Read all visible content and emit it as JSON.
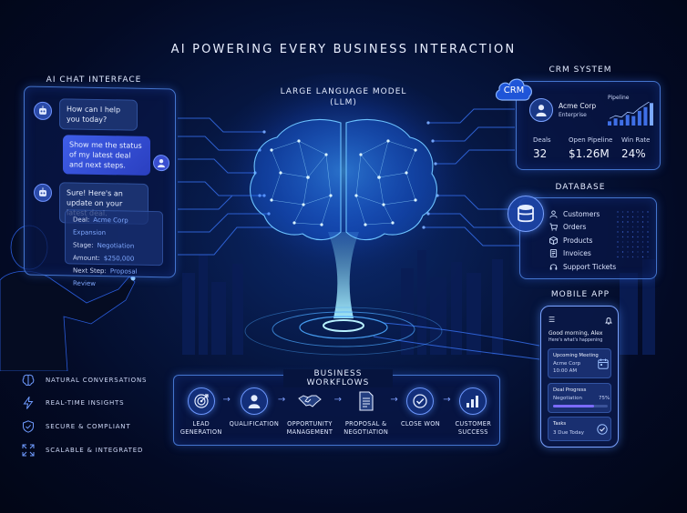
{
  "title": "AI POWERING EVERY BUSINESS INTERACTION",
  "llm": {
    "title": "LARGE LANGUAGE MODEL",
    "subtitle": "(LLM)"
  },
  "chat": {
    "title": "AI CHAT INTERFACE",
    "bot_msg_1": "How can I help you today?",
    "user_msg": "Show me the status of my latest deal and next steps.",
    "bot_msg_2": "Sure! Here's an update on your latest deal.",
    "deal": [
      {
        "label": "Deal:",
        "value": "Acme Corp Expansion"
      },
      {
        "label": "Stage:",
        "value": "Negotiation"
      },
      {
        "label": "Amount:",
        "value": "$250,000"
      },
      {
        "label": "Next Step:",
        "value": "Proposal Review"
      }
    ]
  },
  "crm": {
    "title": "CRM SYSTEM",
    "badge": "CRM",
    "company": "Acme Corp",
    "tier": "Enterprise",
    "pipeline_label": "Pipeline",
    "pipeline_bars": [
      0.18,
      0.3,
      0.24,
      0.45,
      0.4,
      0.62,
      0.78,
      0.95
    ],
    "stats": [
      {
        "label": "Deals",
        "value": "32"
      },
      {
        "label": "Open Pipeline",
        "value": "$1.26M"
      },
      {
        "label": "Win Rate",
        "value": "24%"
      }
    ]
  },
  "database": {
    "title": "DATABASE",
    "items": [
      "Customers",
      "Orders",
      "Products",
      "Invoices",
      "Support Tickets"
    ]
  },
  "mobile": {
    "title": "MOBILE APP",
    "greeting": "Good morning, Alex",
    "greeting_sub": "Here's what's happening",
    "meeting_title": "Upcoming Meeting",
    "meeting_company": "Acme Corp",
    "meeting_time": "10:00 AM",
    "progress_title": "Deal Progress",
    "progress_stage": "Negotiation",
    "progress_pct": "75%",
    "progress_value": 0.75,
    "tasks_title": "Tasks",
    "tasks_due": "3 Due Today"
  },
  "features": [
    {
      "icon": "brain-icon",
      "label": "NATURAL CONVERSATIONS"
    },
    {
      "icon": "lightning-icon",
      "label": "REAL-TIME INSIGHTS"
    },
    {
      "icon": "shield-icon",
      "label": "SECURE & COMPLIANT"
    },
    {
      "icon": "expand-icon",
      "label": "SCALABLE & INTEGRATED"
    }
  ],
  "workflows": {
    "title": "BUSINESS WORKFLOWS",
    "steps": [
      {
        "icon": "target-icon",
        "line1": "LEAD",
        "line2": "GENERATION"
      },
      {
        "icon": "person-icon",
        "line1": "QUALIFICATION",
        "line2": ""
      },
      {
        "icon": "handshake-icon",
        "line1": "OPPORTUNITY",
        "line2": "MANAGEMENT"
      },
      {
        "icon": "document-icon",
        "line1": "PROPOSAL &",
        "line2": "NEGOTIATION"
      },
      {
        "icon": "check-circle-icon",
        "line1": "CLOSE WON",
        "line2": ""
      },
      {
        "icon": "bar-chart-icon",
        "line1": "CUSTOMER",
        "line2": "SUCCESS"
      }
    ]
  },
  "colors": {
    "accent": "#4f7dff",
    "glow": "#3aa0ff",
    "background": "#040c2c"
  }
}
